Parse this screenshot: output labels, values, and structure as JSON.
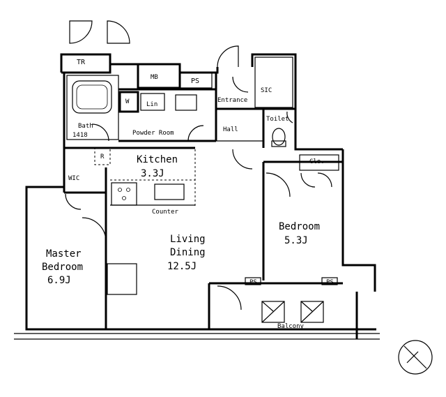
{
  "rooms": {
    "tr": "TR",
    "mb": "MB",
    "ps_top": "PS",
    "sic": "SIC",
    "entrance": "Entrance",
    "hall": "Hall",
    "toilet": "Toilet",
    "w": "W",
    "lin": "Lin",
    "powder_room": "Powder Room",
    "bath_label": "Bath",
    "bath_size": "1418",
    "r": "R",
    "kitchen_label": "Kitchen",
    "kitchen_size": "3.3J",
    "wic": "WIC",
    "clo": "Clo.",
    "counter": "Counter",
    "living_line1": "Living",
    "living_line2": "Dining",
    "living_size": "12.5J",
    "bedroom_label": "Bedroom",
    "bedroom_size": "5.3J",
    "master_line1": "Master",
    "master_line2": "Bedroom",
    "master_size": "6.9J",
    "ps_left": "PS",
    "ps_right": "PS",
    "balcony": "Balcony"
  },
  "compass": {
    "icon": "north-arrow-icon"
  }
}
